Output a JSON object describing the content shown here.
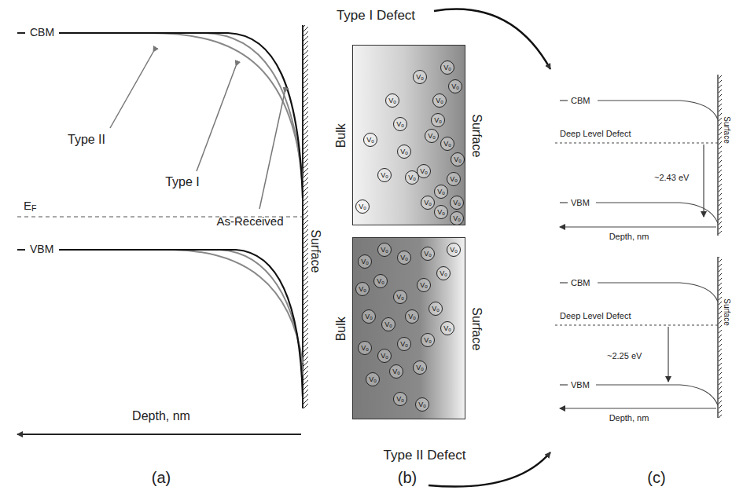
{
  "diagram": {
    "nodes": [
      {
        "text": [
          "Bulk",
          "Surface"
        ]
      },
      {
        "text": [
          "Vo"
        ],
        "in": 0
      },
      {
        "text": [
          "Vo"
        ],
        "in": 0
      },
      {
        "text": [
          "Vo"
        ],
        "in": 0
      },
      {
        "text": [
          "Vo"
        ],
        "in": 0
      },
      {
        "text": [
          "Vo"
        ],
        "in": 0
      },
      {
        "text": [
          "Vo"
        ],
        "in": 0
      },
      {
        "text": [
          "Vo"
        ],
        "in": 0
      },
      {
        "text": [
          "Vo"
        ],
        "in": 0
      },
      {
        "text": [
          "Vo"
        ],
        "in": 0
      },
      {
        "text": [
          "Vo"
        ],
        "in": 0
      },
      {
        "text": [
          "Vo"
        ],
        "in": 0
      },
      {
        "text": [
          "Vo"
        ],
        "in": 0
      },
      {
        "text": [
          "Vo"
        ],
        "in": 0
      },
      {
        "text": [
          "Vo"
        ],
        "in": 0
      },
      {
        "text": [
          "Vo"
        ],
        "in": 0
      },
      {
        "text": [
          "Vo"
        ],
        "in": 0
      },
      {
        "text": [
          "Vo"
        ],
        "in": 0
      },
      {
        "text": [
          "Vo"
        ],
        "in": 0
      },
      {
        "text": [
          "Vo"
        ],
        "in": 0
      },
      {
        "text": [
          "Vo"
        ],
        "in": 0
      },
      {
        "text": [
          "Vo"
        ],
        "in": 0
      },
      {
        "text": [
          "Vo"
        ],
        "in": 0
      },
      {
        "text": [
          "Bulk",
          "Surface"
        ]
      },
      {
        "text": [
          "Vo"
        ],
        "in": 23
      },
      {
        "text": [
          "Vo"
        ],
        "in": 23
      },
      {
        "text": [
          "Vo"
        ],
        "in": 23
      },
      {
        "text": [
          "Vo"
        ],
        "in": 23
      },
      {
        "text": [
          "Vo"
        ],
        "in": 23
      },
      {
        "text": [
          "Vo"
        ],
        "in": 23
      },
      {
        "text": [
          "Vo"
        ],
        "in": 23
      },
      {
        "text": [
          "Vo"
        ],
        "in": 23
      },
      {
        "text": [
          "Vo"
        ],
        "in": 23
      },
      {
        "text": [
          "Vo"
        ],
        "in": 23
      },
      {
        "text": [
          "Vo"
        ],
        "in": 23
      },
      {
        "text": [
          "Vo"
        ],
        "in": 23
      },
      {
        "text": [
          "Vo"
        ],
        "in": 23
      },
      {
        "text": [
          "Vo"
        ],
        "in": 23
      },
      {
        "text": [
          "Vo"
        ],
        "in": 23
      },
      {
        "text": [
          "Vo"
        ],
        "in": 23
      },
      {
        "text": [
          "Vo"
        ],
        "in": 23
      },
      {
        "text": [
          "Vo"
        ],
        "in": 23
      },
      {
        "text": [
          "Vo"
        ],
        "in": 23
      },
      {
        "text": [
          "Vo"
        ],
        "in": 23
      },
      {
        "text": [
          "Vo"
        ],
        "in": 23
      },
      {
        "text": [
          "Vo"
        ],
        "in": 23
      },
      {
        "text": [
          "Vo"
        ],
        "in": 23
      },
      {
        "text": [
          "Vo"
        ],
        "in": 23
      }
    ],
    "labels": [
      "CBM",
      "Type II",
      "Type I",
      "As-Received",
      "EF",
      "VBM",
      "Surface",
      "Depth, nm",
      "(a)",
      "Type I Defect",
      "Type II Defect",
      "(b)",
      "CBM",
      "Deep Level Defect",
      "~2.43 eV",
      "VBM",
      "Depth, nm",
      "Surface",
      "CBM",
      "Deep Level Defect",
      "~2.25 eV",
      "VBM",
      "Depth, nm",
      "Surface",
      "(c)"
    ]
  }
}
